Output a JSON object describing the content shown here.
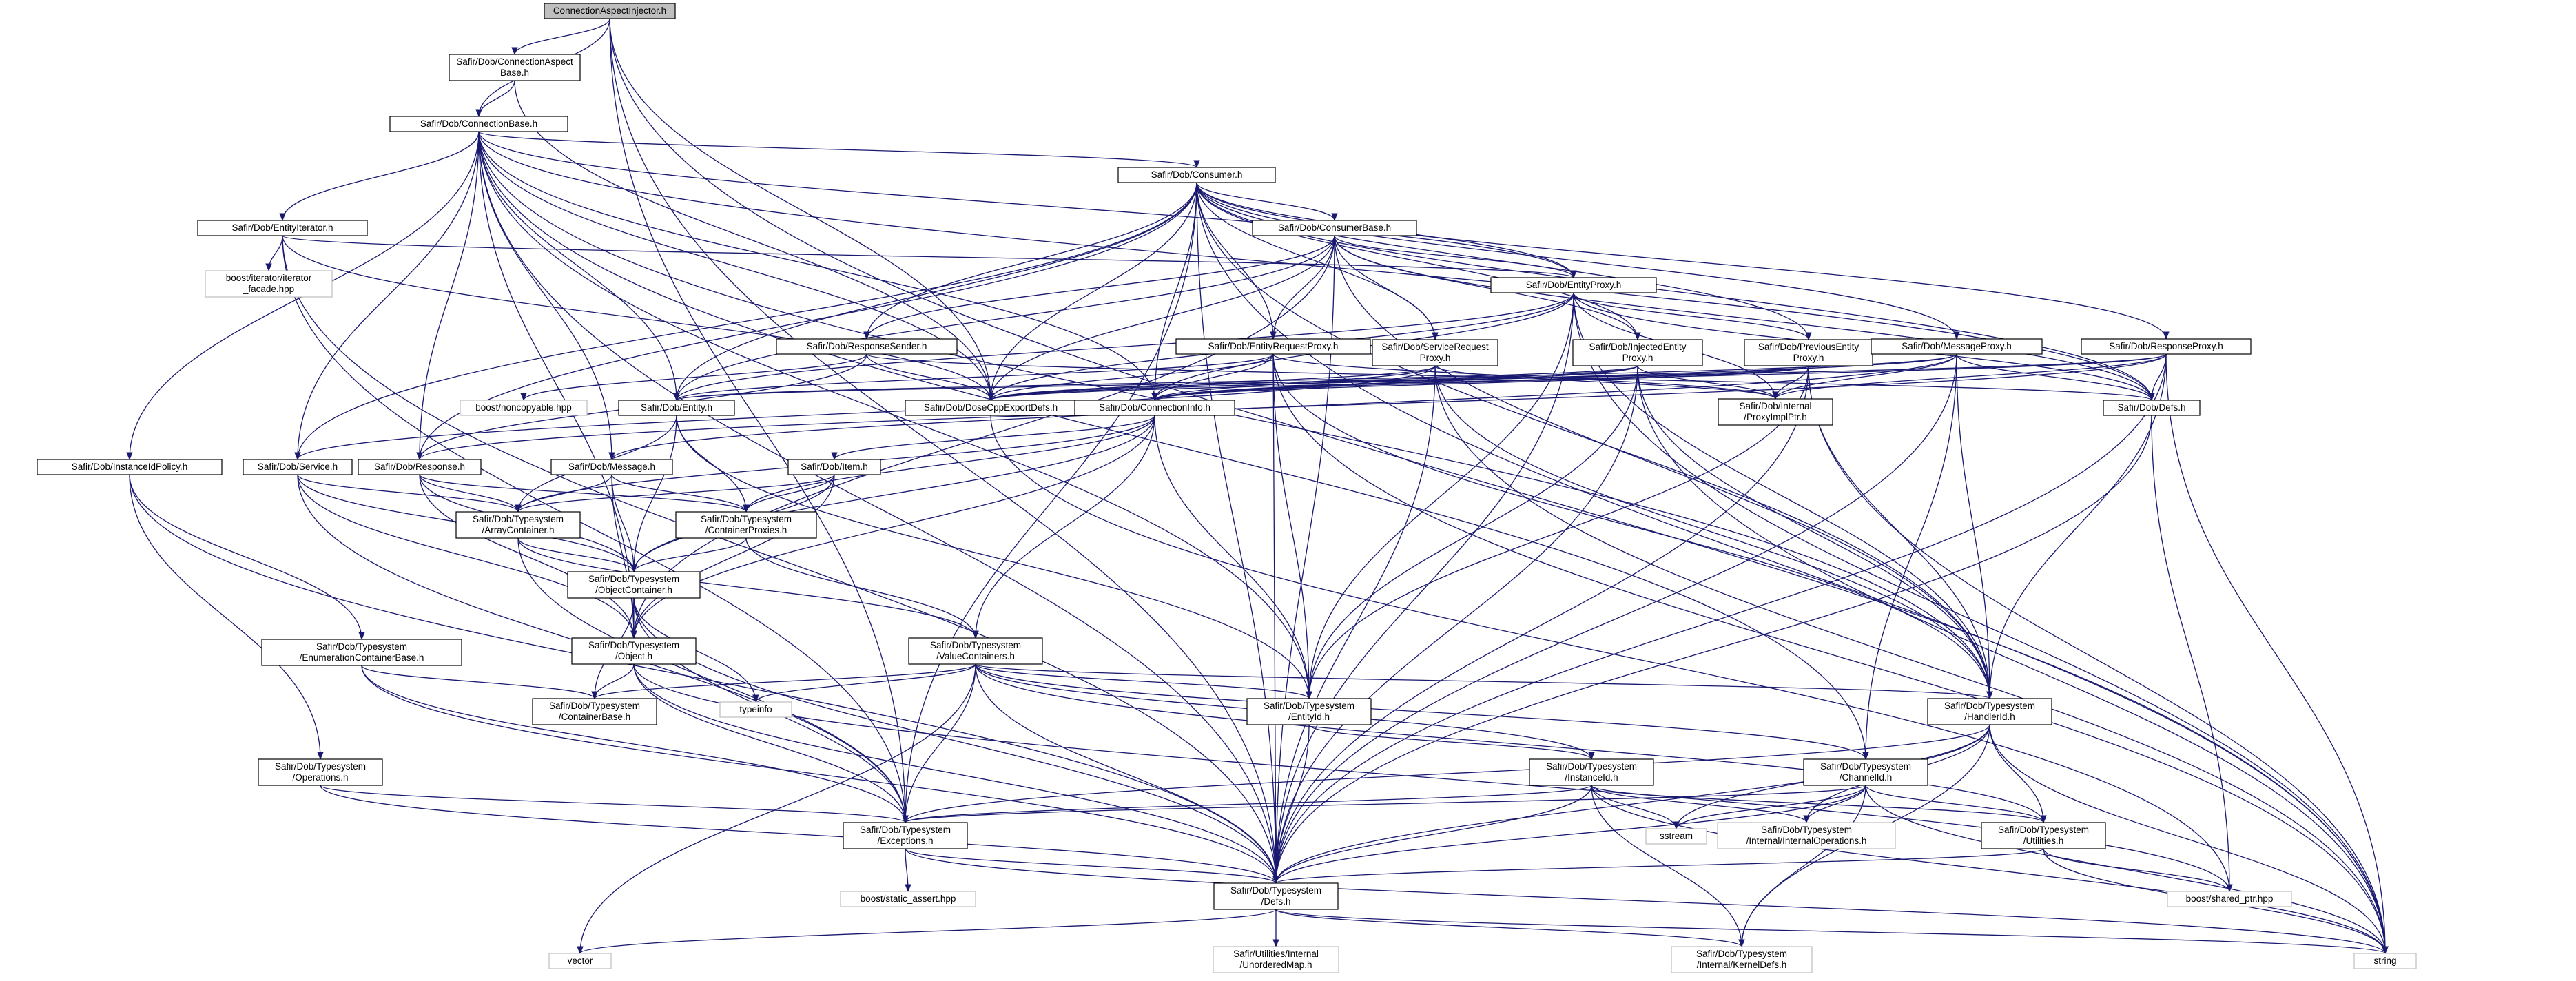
{
  "colors": {
    "edge": "#191970",
    "node_border": "#000000",
    "node_border_external": "#bfbfbf",
    "root_fill": "#bfbfbf",
    "node_fill": "#ffffff",
    "text": "#000000"
  },
  "nodes": [
    {
      "id": "connectionaspectinjector",
      "lines": [
        "ConnectionAspectInjector.h"
      ],
      "kind": "root"
    },
    {
      "id": "connectionaspectbase",
      "lines": [
        "Safir/Dob/ConnectionAspect",
        "Base.h"
      ],
      "kind": "normal"
    },
    {
      "id": "connectionbase",
      "lines": [
        "Safir/Dob/ConnectionBase.h"
      ],
      "kind": "normal"
    },
    {
      "id": "consumer",
      "lines": [
        "Safir/Dob/Consumer.h"
      ],
      "kind": "normal"
    },
    {
      "id": "consumerbase",
      "lines": [
        "Safir/Dob/ConsumerBase.h"
      ],
      "kind": "normal"
    },
    {
      "id": "entityiterator",
      "lines": [
        "Safir/Dob/EntityIterator.h"
      ],
      "kind": "normal"
    },
    {
      "id": "boostiterator",
      "lines": [
        "boost/iterator/iterator",
        "_facade.hpp"
      ],
      "kind": "external"
    },
    {
      "id": "entityproxy",
      "lines": [
        "Safir/Dob/EntityProxy.h"
      ],
      "kind": "normal"
    },
    {
      "id": "responsesender",
      "lines": [
        "Safir/Dob/ResponseSender.h"
      ],
      "kind": "normal"
    },
    {
      "id": "entityrequestproxy",
      "lines": [
        "Safir/Dob/EntityRequestProxy.h"
      ],
      "kind": "normal"
    },
    {
      "id": "servicerequestproxy",
      "lines": [
        "Safir/Dob/ServiceRequest",
        "Proxy.h"
      ],
      "kind": "normal"
    },
    {
      "id": "injectedentityproxy",
      "lines": [
        "Safir/Dob/InjectedEntity",
        "Proxy.h"
      ],
      "kind": "normal"
    },
    {
      "id": "previousentityproxy",
      "lines": [
        "Safir/Dob/PreviousEntity",
        "Proxy.h"
      ],
      "kind": "normal"
    },
    {
      "id": "messageproxy",
      "lines": [
        "Safir/Dob/MessageProxy.h"
      ],
      "kind": "normal"
    },
    {
      "id": "responseproxy",
      "lines": [
        "Safir/Dob/ResponseProxy.h"
      ],
      "kind": "normal"
    },
    {
      "id": "boostnoncopyable",
      "lines": [
        "boost/noncopyable.hpp"
      ],
      "kind": "external"
    },
    {
      "id": "entity",
      "lines": [
        "Safir/Dob/Entity.h"
      ],
      "kind": "normal"
    },
    {
      "id": "dosecppexportdefs",
      "lines": [
        "Safir/Dob/DoseCppExportDefs.h"
      ],
      "kind": "normal"
    },
    {
      "id": "connectioninfo",
      "lines": [
        "Safir/Dob/ConnectionInfo.h"
      ],
      "kind": "normal"
    },
    {
      "id": "proxyimplptr",
      "lines": [
        "Safir/Dob/Internal",
        "/ProxyImplPtr.h"
      ],
      "kind": "normal"
    },
    {
      "id": "dobdefs",
      "lines": [
        "Safir/Dob/Defs.h"
      ],
      "kind": "normal"
    },
    {
      "id": "instanceidpolicy",
      "lines": [
        "Safir/Dob/InstanceIdPolicy.h"
      ],
      "kind": "normal"
    },
    {
      "id": "service",
      "lines": [
        "Safir/Dob/Service.h"
      ],
      "kind": "normal"
    },
    {
      "id": "response",
      "lines": [
        "Safir/Dob/Response.h"
      ],
      "kind": "normal"
    },
    {
      "id": "message",
      "lines": [
        "Safir/Dob/Message.h"
      ],
      "kind": "normal"
    },
    {
      "id": "item",
      "lines": [
        "Safir/Dob/Item.h"
      ],
      "kind": "normal"
    },
    {
      "id": "arraycontainer",
      "lines": [
        "Safir/Dob/Typesystem",
        "/ArrayContainer.h"
      ],
      "kind": "normal"
    },
    {
      "id": "containerproxies",
      "lines": [
        "Safir/Dob/Typesystem",
        "/ContainerProxies.h"
      ],
      "kind": "normal"
    },
    {
      "id": "objectcontainer",
      "lines": [
        "Safir/Dob/Typesystem",
        "/ObjectContainer.h"
      ],
      "kind": "normal"
    },
    {
      "id": "enumerationcontainerbase",
      "lines": [
        "Safir/Dob/Typesystem",
        "/EnumerationContainerBase.h"
      ],
      "kind": "normal"
    },
    {
      "id": "object",
      "lines": [
        "Safir/Dob/Typesystem",
        "/Object.h"
      ],
      "kind": "normal"
    },
    {
      "id": "valuecontainers",
      "lines": [
        "Safir/Dob/Typesystem",
        "/ValueContainers.h"
      ],
      "kind": "normal"
    },
    {
      "id": "typeinfo",
      "lines": [
        "typeinfo"
      ],
      "kind": "external"
    },
    {
      "id": "containerbase",
      "lines": [
        "Safir/Dob/Typesystem",
        "/ContainerBase.h"
      ],
      "kind": "normal"
    },
    {
      "id": "entityid",
      "lines": [
        "Safir/Dob/Typesystem",
        "/EntityId.h"
      ],
      "kind": "normal"
    },
    {
      "id": "handlerid",
      "lines": [
        "Safir/Dob/Typesystem",
        "/HandlerId.h"
      ],
      "kind": "normal"
    },
    {
      "id": "operations",
      "lines": [
        "Safir/Dob/Typesystem",
        "/Operations.h"
      ],
      "kind": "normal"
    },
    {
      "id": "instanceid",
      "lines": [
        "Safir/Dob/Typesystem",
        "/InstanceId.h"
      ],
      "kind": "normal"
    },
    {
      "id": "channelid",
      "lines": [
        "Safir/Dob/Typesystem",
        "/ChannelId.h"
      ],
      "kind": "normal"
    },
    {
      "id": "exceptions",
      "lines": [
        "Safir/Dob/Typesystem",
        "/Exceptions.h"
      ],
      "kind": "normal"
    },
    {
      "id": "sstream",
      "lines": [
        "sstream"
      ],
      "kind": "external"
    },
    {
      "id": "internaloperations",
      "lines": [
        "Safir/Dob/Typesystem",
        "/Internal/InternalOperations.h"
      ],
      "kind": "external"
    },
    {
      "id": "utilities",
      "lines": [
        "Safir/Dob/Typesystem",
        "/Utilities.h"
      ],
      "kind": "normal"
    },
    {
      "id": "boostsharedptr",
      "lines": [
        "boost/shared_ptr.hpp"
      ],
      "kind": "external"
    },
    {
      "id": "typesystemdefs",
      "lines": [
        "Safir/Dob/Typesystem",
        "/Defs.h"
      ],
      "kind": "normal"
    },
    {
      "id": "booststaticassert",
      "lines": [
        "boost/static_assert.hpp"
      ],
      "kind": "external"
    },
    {
      "id": "vector",
      "lines": [
        "vector"
      ],
      "kind": "external"
    },
    {
      "id": "unorderedmap",
      "lines": [
        "Safir/Utilities/Internal",
        "/UnorderedMap.h"
      ],
      "kind": "external"
    },
    {
      "id": "kerneldefs",
      "lines": [
        "Safir/Dob/Typesystem",
        "/Internal/KernelDefs.h"
      ],
      "kind": "external"
    },
    {
      "id": "string",
      "lines": [
        "string"
      ],
      "kind": "external"
    }
  ],
  "edges": [
    [
      "connectionaspectinjector",
      "connectionaspectbase"
    ],
    [
      "connectionaspectinjector",
      "connectionbase"
    ],
    [
      "connectionaspectinjector",
      "dosecppexportdefs"
    ],
    [
      "connectionaspectinjector",
      "typesystemdefs"
    ],
    [
      "connectionaspectinjector",
      "string"
    ],
    [
      "connectionaspectinjector",
      "exceptions"
    ],
    [
      "connectionaspectbase",
      "connectionbase"
    ],
    [
      "connectionaspectbase",
      "dosecppexportdefs"
    ],
    [
      "connectionbase",
      "consumer"
    ],
    [
      "connectionbase",
      "entityiterator"
    ],
    [
      "connectionbase",
      "instanceidpolicy"
    ],
    [
      "connectionbase",
      "service"
    ],
    [
      "connectionbase",
      "response"
    ],
    [
      "connectionbase",
      "message"
    ],
    [
      "connectionbase",
      "entity"
    ],
    [
      "connectionbase",
      "dosecppexportdefs"
    ],
    [
      "connectionbase",
      "connectioninfo"
    ],
    [
      "connectionbase",
      "entityproxy"
    ],
    [
      "connectionbase",
      "dobdefs"
    ],
    [
      "connectionbase",
      "handlerid"
    ],
    [
      "connectionbase",
      "channelid"
    ],
    [
      "connectionbase",
      "typesystemdefs"
    ],
    [
      "connectionbase",
      "entityid"
    ],
    [
      "connectionbase",
      "object"
    ],
    [
      "consumer",
      "consumerbase"
    ],
    [
      "consumer",
      "entityproxy"
    ],
    [
      "consumer",
      "responsesender"
    ],
    [
      "consumer",
      "entityrequestproxy"
    ],
    [
      "consumer",
      "servicerequestproxy"
    ],
    [
      "consumer",
      "injectedentityproxy"
    ],
    [
      "consumer",
      "previousentityproxy"
    ],
    [
      "consumer",
      "messageproxy"
    ],
    [
      "consumer",
      "responseproxy"
    ],
    [
      "consumer",
      "dosecppexportdefs"
    ],
    [
      "consumer",
      "dobdefs"
    ],
    [
      "consumer",
      "service"
    ],
    [
      "consumer",
      "response"
    ],
    [
      "consumer",
      "entity"
    ],
    [
      "consumer",
      "string"
    ],
    [
      "consumer",
      "handlerid"
    ],
    [
      "consumer",
      "typesystemdefs"
    ],
    [
      "consumer",
      "exceptions"
    ],
    [
      "consumer",
      "connectioninfo"
    ],
    [
      "consumerbase",
      "entityproxy"
    ],
    [
      "consumerbase",
      "responsesender"
    ],
    [
      "consumerbase",
      "entityrequestproxy"
    ],
    [
      "consumerbase",
      "servicerequestproxy"
    ],
    [
      "consumerbase",
      "injectedentityproxy"
    ],
    [
      "consumerbase",
      "dosecppexportdefs"
    ],
    [
      "consumerbase",
      "dobdefs"
    ],
    [
      "consumerbase",
      "handlerid"
    ],
    [
      "consumerbase",
      "object"
    ],
    [
      "consumerbase",
      "entity"
    ],
    [
      "consumerbase",
      "typesystemdefs"
    ],
    [
      "entityiterator",
      "boostiterator"
    ],
    [
      "entityiterator",
      "entityproxy"
    ],
    [
      "entityiterator",
      "dosecppexportdefs"
    ],
    [
      "entityiterator",
      "typesystemdefs"
    ],
    [
      "entityiterator",
      "exceptions"
    ],
    [
      "entityproxy",
      "previousentityproxy"
    ],
    [
      "entityproxy",
      "dosecppexportdefs"
    ],
    [
      "entityproxy",
      "connectioninfo"
    ],
    [
      "entityproxy",
      "proxyimplptr"
    ],
    [
      "entityproxy",
      "dobdefs"
    ],
    [
      "entityproxy",
      "entity"
    ],
    [
      "entityproxy",
      "entityid"
    ],
    [
      "entityproxy",
      "handlerid"
    ],
    [
      "entityproxy",
      "typesystemdefs"
    ],
    [
      "entityproxy",
      "string"
    ],
    [
      "responsesender",
      "boostnoncopyable"
    ],
    [
      "responsesender",
      "dosecppexportdefs"
    ],
    [
      "responsesender",
      "response"
    ],
    [
      "responsesender",
      "dobdefs"
    ],
    [
      "entityrequestproxy",
      "dosecppexportdefs"
    ],
    [
      "entityrequestproxy",
      "connectioninfo"
    ],
    [
      "entityrequestproxy",
      "entity"
    ],
    [
      "entityrequestproxy",
      "proxyimplptr"
    ],
    [
      "entityrequestproxy",
      "entityid"
    ],
    [
      "entityrequestproxy",
      "handlerid"
    ],
    [
      "entityrequestproxy",
      "typesystemdefs"
    ],
    [
      "entityrequestproxy",
      "string"
    ],
    [
      "servicerequestproxy",
      "dosecppexportdefs"
    ],
    [
      "servicerequestproxy",
      "connectioninfo"
    ],
    [
      "servicerequestproxy",
      "service"
    ],
    [
      "servicerequestproxy",
      "proxyimplptr"
    ],
    [
      "servicerequestproxy",
      "handlerid"
    ],
    [
      "servicerequestproxy",
      "typesystemdefs"
    ],
    [
      "servicerequestproxy",
      "string"
    ],
    [
      "injectedentityproxy",
      "dosecppexportdefs"
    ],
    [
      "injectedentityproxy",
      "entity"
    ],
    [
      "injectedentityproxy",
      "proxyimplptr"
    ],
    [
      "injectedentityproxy",
      "entityid"
    ],
    [
      "injectedentityproxy",
      "handlerid"
    ],
    [
      "injectedentityproxy",
      "typesystemdefs"
    ],
    [
      "injectedentityproxy",
      "string"
    ],
    [
      "injectedentityproxy",
      "connectioninfo"
    ],
    [
      "previousentityproxy",
      "dosecppexportdefs"
    ],
    [
      "previousentityproxy",
      "connectioninfo"
    ],
    [
      "previousentityproxy",
      "entity"
    ],
    [
      "previousentityproxy",
      "proxyimplptr"
    ],
    [
      "previousentityproxy",
      "entityid"
    ],
    [
      "previousentityproxy",
      "handlerid"
    ],
    [
      "previousentityproxy",
      "typesystemdefs"
    ],
    [
      "previousentityproxy",
      "string"
    ],
    [
      "messageproxy",
      "dosecppexportdefs"
    ],
    [
      "messageproxy",
      "connectioninfo"
    ],
    [
      "messageproxy",
      "message"
    ],
    [
      "messageproxy",
      "proxyimplptr"
    ],
    [
      "messageproxy",
      "dobdefs"
    ],
    [
      "messageproxy",
      "channelid"
    ],
    [
      "messageproxy",
      "handlerid"
    ],
    [
      "messageproxy",
      "typesystemdefs"
    ],
    [
      "responseproxy",
      "dosecppexportdefs"
    ],
    [
      "responseproxy",
      "response"
    ],
    [
      "responseproxy",
      "proxyimplptr"
    ],
    [
      "responseproxy",
      "dobdefs"
    ],
    [
      "responseproxy",
      "handlerid"
    ],
    [
      "responseproxy",
      "typesystemdefs"
    ],
    [
      "responseproxy",
      "string"
    ],
    [
      "responseproxy",
      "connectioninfo"
    ],
    [
      "entity",
      "arraycontainer"
    ],
    [
      "entity",
      "containerproxies"
    ],
    [
      "entity",
      "objectcontainer"
    ],
    [
      "entity",
      "entityid"
    ],
    [
      "dosecppexportdefs",
      "boostsharedptr"
    ],
    [
      "connectioninfo",
      "item"
    ],
    [
      "connectioninfo",
      "containerproxies"
    ],
    [
      "connectioninfo",
      "objectcontainer"
    ],
    [
      "connectioninfo",
      "valuecontainers"
    ],
    [
      "connectioninfo",
      "entityid"
    ],
    [
      "connectioninfo",
      "object"
    ],
    [
      "connectioninfo",
      "arraycontainer"
    ],
    [
      "dobdefs",
      "boostsharedptr"
    ],
    [
      "dobdefs",
      "typesystemdefs"
    ],
    [
      "instanceidpolicy",
      "enumerationcontainerbase"
    ],
    [
      "instanceidpolicy",
      "operations"
    ],
    [
      "instanceidpolicy",
      "typesystemdefs"
    ],
    [
      "service",
      "arraycontainer"
    ],
    [
      "service",
      "objectcontainer"
    ],
    [
      "service",
      "object"
    ],
    [
      "service",
      "exceptions"
    ],
    [
      "response",
      "arraycontainer"
    ],
    [
      "response",
      "containerproxies"
    ],
    [
      "response",
      "objectcontainer"
    ],
    [
      "response",
      "object"
    ],
    [
      "message",
      "arraycontainer"
    ],
    [
      "message",
      "containerproxies"
    ],
    [
      "message",
      "objectcontainer"
    ],
    [
      "message",
      "object"
    ],
    [
      "item",
      "arraycontainer"
    ],
    [
      "item",
      "containerproxies"
    ],
    [
      "item",
      "objectcontainer"
    ],
    [
      "item",
      "object"
    ],
    [
      "arraycontainer",
      "objectcontainer"
    ],
    [
      "arraycontainer",
      "exceptions"
    ],
    [
      "arraycontainer",
      "valuecontainers"
    ],
    [
      "containerproxies",
      "objectcontainer"
    ],
    [
      "containerproxies",
      "valuecontainers"
    ],
    [
      "objectcontainer",
      "object"
    ],
    [
      "objectcontainer",
      "containerbase"
    ],
    [
      "objectcontainer",
      "typeinfo"
    ],
    [
      "objectcontainer",
      "exceptions"
    ],
    [
      "objectcontainer",
      "typesystemdefs"
    ],
    [
      "enumerationcontainerbase",
      "containerbase"
    ],
    [
      "enumerationcontainerbase",
      "exceptions"
    ],
    [
      "enumerationcontainerbase",
      "typesystemdefs"
    ],
    [
      "object",
      "containerbase"
    ],
    [
      "object",
      "exceptions"
    ],
    [
      "object",
      "typesystemdefs"
    ],
    [
      "object",
      "boostsharedptr"
    ],
    [
      "valuecontainers",
      "containerbase"
    ],
    [
      "valuecontainers",
      "typeinfo"
    ],
    [
      "valuecontainers",
      "entityid"
    ],
    [
      "valuecontainers",
      "handlerid"
    ],
    [
      "valuecontainers",
      "channelid"
    ],
    [
      "valuecontainers",
      "instanceid"
    ],
    [
      "valuecontainers",
      "exceptions"
    ],
    [
      "valuecontainers",
      "typesystemdefs"
    ],
    [
      "valuecontainers",
      "utilities"
    ],
    [
      "valuecontainers",
      "vector"
    ],
    [
      "entityid",
      "instanceid"
    ],
    [
      "entityid",
      "typesystemdefs"
    ],
    [
      "handlerid",
      "exceptions"
    ],
    [
      "handlerid",
      "sstream"
    ],
    [
      "handlerid",
      "internaloperations"
    ],
    [
      "handlerid",
      "utilities"
    ],
    [
      "handlerid",
      "kerneldefs"
    ],
    [
      "handlerid",
      "typesystemdefs"
    ],
    [
      "handlerid",
      "string"
    ],
    [
      "operations",
      "exceptions"
    ],
    [
      "operations",
      "typesystemdefs"
    ],
    [
      "instanceid",
      "exceptions"
    ],
    [
      "instanceid",
      "sstream"
    ],
    [
      "instanceid",
      "internaloperations"
    ],
    [
      "instanceid",
      "utilities"
    ],
    [
      "instanceid",
      "kerneldefs"
    ],
    [
      "instanceid",
      "typesystemdefs"
    ],
    [
      "instanceid",
      "string"
    ],
    [
      "channelid",
      "exceptions"
    ],
    [
      "channelid",
      "sstream"
    ],
    [
      "channelid",
      "internaloperations"
    ],
    [
      "channelid",
      "utilities"
    ],
    [
      "channelid",
      "kerneldefs"
    ],
    [
      "channelid",
      "typesystemdefs"
    ],
    [
      "channelid",
      "string"
    ],
    [
      "exceptions",
      "booststaticassert"
    ],
    [
      "exceptions",
      "typesystemdefs"
    ],
    [
      "exceptions",
      "string"
    ],
    [
      "utilities",
      "boostsharedptr"
    ],
    [
      "utilities",
      "typesystemdefs"
    ],
    [
      "utilities",
      "string"
    ],
    [
      "typesystemdefs",
      "unorderedmap"
    ],
    [
      "typesystemdefs",
      "kerneldefs"
    ],
    [
      "typesystemdefs",
      "vector"
    ],
    [
      "typesystemdefs",
      "string"
    ]
  ]
}
